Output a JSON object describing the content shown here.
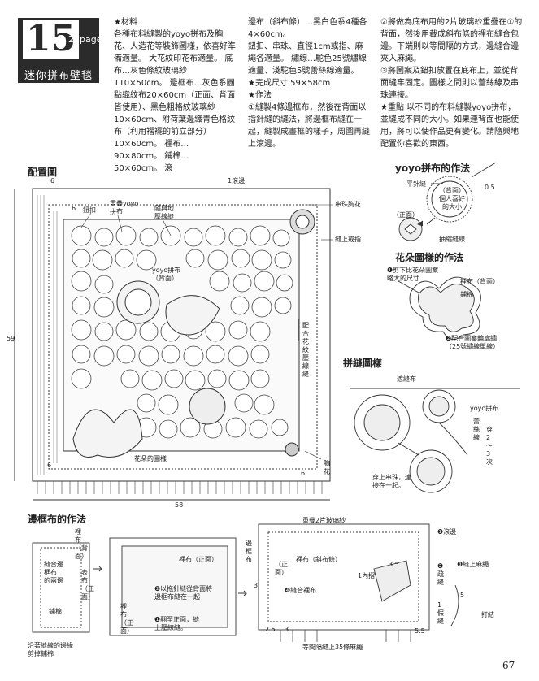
{
  "header": {
    "number": "15",
    "page_ref": "25page",
    "title": "迷你拼布壁毯"
  },
  "columns": [
    "★材料\n各種布料縫製的yoyo拼布及胸花、人造花等裝飾圖樣，依喜好準備適量。 大花紋印花布適量。 底布…灰色條紋玻璃紗110×50cm。 邊框布…灰色系圓點織紋布20×60cm（正面、背面皆使用）、黑色粗格紋玻璃紗10×60cm、附荷葉邊織青色格紋布（利用褶襬的前立部分）10×60cm。 裡布…90×80cm。 鋪棉…50×60cm。 滾",
    "邊布（斜布條）…黑白色系4種各4×60cm。\n鈕扣、串珠、直徑1cm或指、麻繩各適量。 繡線…駝色25號繡線適量、淺駝色5號蕾絲線適量。\n★完成尺寸 59×58cm\n★作法\n①縫製4條邊框布，然後在背面以指針縫的縫法，將邊框布縫在一起，縫製成畫框的樣子，周圍再縫上滾邊。",
    "②將做為底布用的2片玻璃紗重疊在①的背面，然後用裁成斜布條的裡布縫合包邊。下端則以等間隔的方式，邊縫合邊夾入麻繩。\n③將圖案及鈕扣放置在底布上，並從背面縫牢固定。圖樣之間則以蕾絲線及串珠連接。\n★重點 以不同的布料縫製yoyo拼布，並縫成不同的大小。如果連背面也能使用，將可以使作品更有變化。請隨興地配置你喜歡的東西。"
  ],
  "sections": {
    "layout": "配置圖",
    "yoyo": "yoyo拼布的作法",
    "flower": "花朵圖樣的作法",
    "joining": "拼縫圖樣",
    "border": "邊框布的作法"
  },
  "labels": {
    "d6a": "6",
    "d6b": "6",
    "d6c": "6",
    "d6d": "6",
    "d59": "59",
    "d58": "58",
    "d1": "1滾邊",
    "button": "鈕扣",
    "overlap": "重疊yoyo\n拼布",
    "embroider": "隨興地\n壓線縫",
    "yoyo_back": "yoyo拼布\n（背面）",
    "chain": "串珠胸花",
    "ring": "縫上戒指",
    "stitch": "配合花紋壓線縫",
    "flower_pat": "花朵的圖樣",
    "brooch": "胸花",
    "y_flat": "平針縫",
    "y_back": "（背面）\n個人喜好\n的大小",
    "y_front": "（正面）",
    "y_pull": "抽縮縫線",
    "y05": "0.5",
    "f1": "❶剪下比花朵圖案\n略大的尺寸",
    "f_lining": "裡布（背面）",
    "f_batt": "鋪棉",
    "f2": "❷配合圖案輪廓繡\n（25號繡線單線）",
    "j_sew": "遮縫布",
    "j_yoyo": "yoyo拼布",
    "j_lace": "蕾絲線",
    "j_bead": "穿2～3次",
    "j_join": "穿上串珠，連\n接在一起。",
    "b_lining": "裡布\n（背面）",
    "b_seam": "縫合邊框布\n的兩邊",
    "b_batt": "鋪棉",
    "b_front": "表布\n（正面）",
    "b_cut": "沿著縫線的邊緣\n剪掉鋪棉",
    "b_lin2": "裡布（正面）",
    "b_s2": "❷以拖針縫從背面將\n邊框布縫在一起",
    "b_s1": "❶翻至正面，縫\n上壓線縫。",
    "b_lin3": "裡布\n（正面）",
    "c_top": "重疊2片玻璃紗",
    "c_frame": "邊\n框\n布",
    "c_bias": "裡布（斜布條）",
    "c_front": "（正面）",
    "c_n3a": "3",
    "c_n3b": "3",
    "c_n35": "3.5",
    "c_fold": "1內摺",
    "c_sew": "❹縫合裡布",
    "c_bind": "❶滾邊",
    "c_2": "❷\n疏\n縫",
    "c_3": "❸縫上麻繩",
    "c_1": "1\n假\n縫",
    "c_5": "5",
    "c_55": "5.5",
    "c_25": "2.5",
    "c_hang": "等間隔縫上35條麻繩",
    "c_knot": "打結"
  },
  "page_number": "67"
}
